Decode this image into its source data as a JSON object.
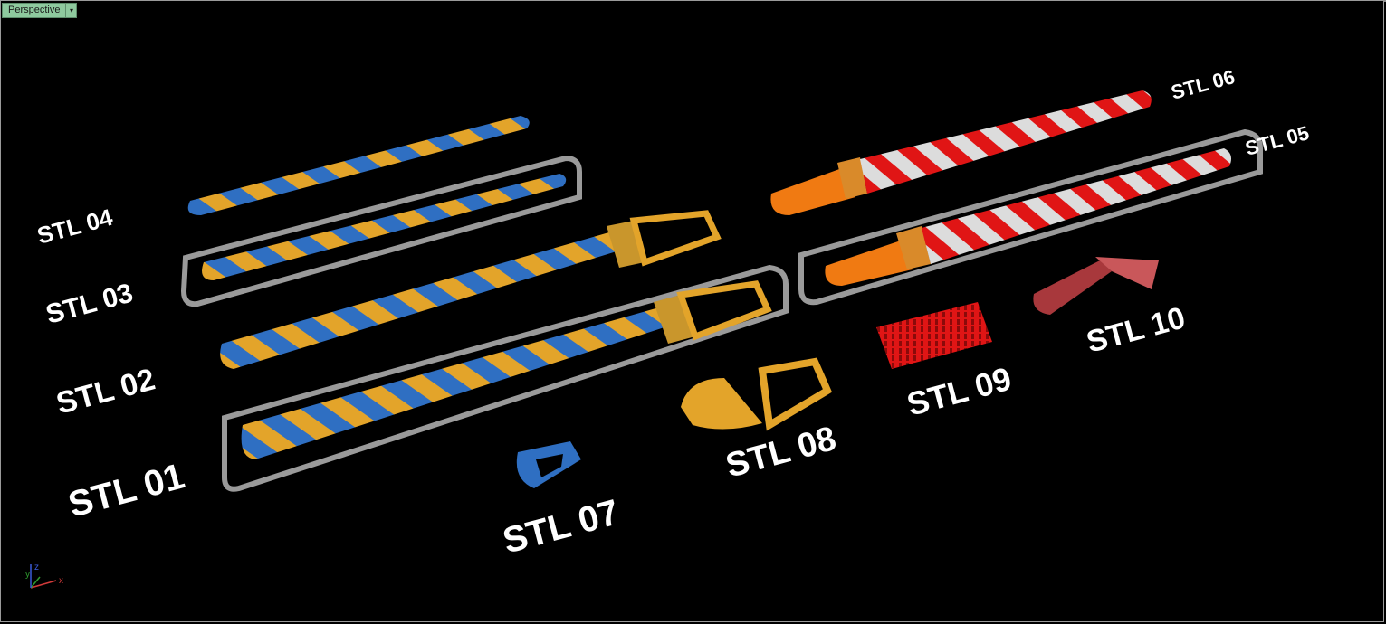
{
  "viewport": {
    "title": "Perspective",
    "dropdown_glyph": "▾"
  },
  "axes": {
    "x": "x",
    "y": "y",
    "z": "z"
  },
  "labels": {
    "stl01": "STL 01",
    "stl02": "STL 02",
    "stl03": "STL 03",
    "stl04": "STL 04",
    "stl05": "STL 05",
    "stl06": "STL 06",
    "stl07": "STL 07",
    "stl08": "STL 08",
    "stl09": "STL 09",
    "stl10": "STL 10"
  },
  "colors": {
    "blue": "#2f6fc2",
    "gold": "#e3a42a",
    "red": "#e01515",
    "white": "#dcdcdc",
    "orange": "#f07a12",
    "maroon": "#a8383c",
    "sprue": "#9a9a9a"
  }
}
